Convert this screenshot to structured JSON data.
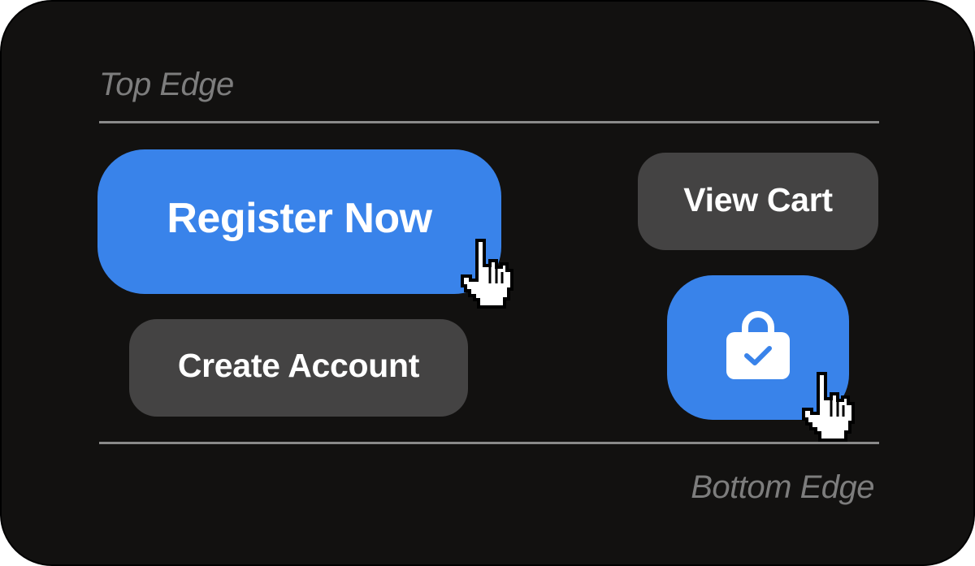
{
  "labels": {
    "top_edge": "Top Edge",
    "bottom_edge": "Bottom Edge"
  },
  "buttons": {
    "register": "Register Now",
    "create_account": "Create Account",
    "view_cart": "View Cart"
  },
  "icons": {
    "bag_button": "shopping-bag-check-icon",
    "cursor": "hand-pointer-cursor-icon"
  },
  "colors": {
    "background": "#121110",
    "primary": "#3983ea",
    "secondary": "#444343",
    "edge_line": "#8a8a8a",
    "edge_text": "#7d7d7d",
    "button_text": "#ffffff"
  }
}
